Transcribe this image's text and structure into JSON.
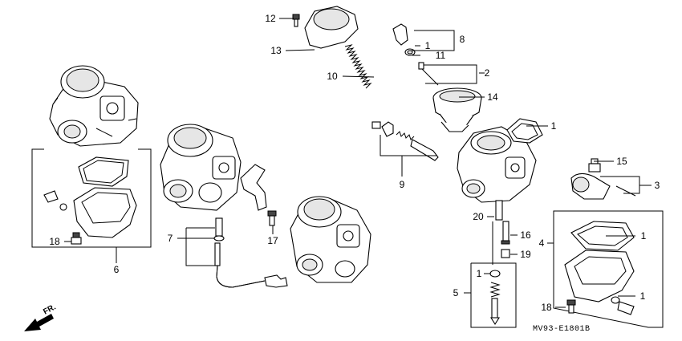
{
  "diagram_code": "MV93-E1801B",
  "front_label": "FR.",
  "callouts": {
    "c12": "12",
    "c13": "13",
    "c10": "10",
    "c8": "8",
    "c1_a": "1",
    "c11": "11",
    "c2": "2",
    "c14": "14",
    "c1_b": "1",
    "c9": "9",
    "c15": "15",
    "c3": "3",
    "c20": "20",
    "c16": "16",
    "c4": "4",
    "c1_c": "1",
    "c19": "19",
    "c5": "5",
    "c1_d": "1",
    "c1_e": "1",
    "c18_r": "18",
    "c7": "7",
    "c17": "17",
    "c18_l": "18",
    "c6": "6"
  }
}
